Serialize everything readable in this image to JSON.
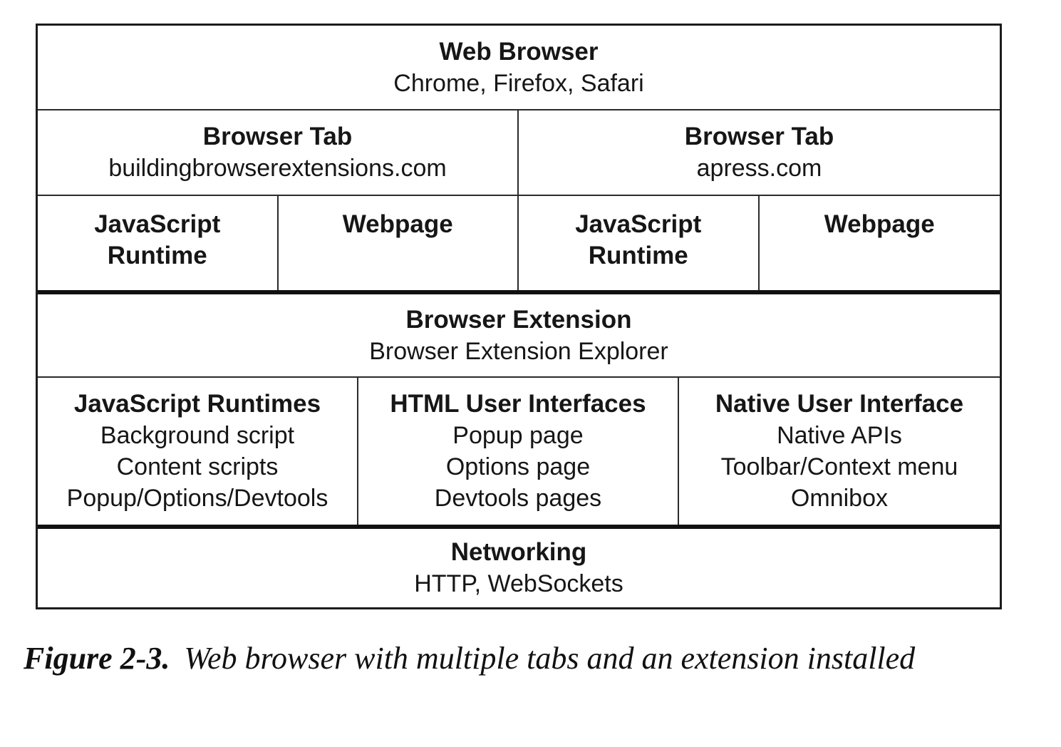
{
  "diagram": {
    "web_browser": {
      "title": "Web Browser",
      "subtitle": "Chrome, Firefox, Safari"
    },
    "tabs": [
      {
        "title": "Browser Tab",
        "subtitle": "buildingbrowserextensions.com",
        "children": [
          {
            "label": "JavaScript\nRuntime"
          },
          {
            "label": "Webpage"
          }
        ]
      },
      {
        "title": "Browser Tab",
        "subtitle": "apress.com",
        "children": [
          {
            "label": "JavaScript\nRuntime"
          },
          {
            "label": "Webpage"
          }
        ]
      }
    ],
    "extension": {
      "title": "Browser Extension",
      "subtitle": "Browser Extension Explorer",
      "columns": [
        {
          "title": "JavaScript Runtimes",
          "items": [
            "Background script",
            "Content scripts",
            "Popup/Options/Devtools"
          ]
        },
        {
          "title": "HTML User Interfaces",
          "items": [
            "Popup page",
            "Options page",
            "Devtools pages"
          ]
        },
        {
          "title": "Native User Interface",
          "items": [
            "Native APIs",
            "Toolbar/Context menu",
            "Omnibox"
          ]
        }
      ]
    },
    "networking": {
      "title": "Networking",
      "subtitle": "HTTP, WebSockets"
    },
    "line_color": "#1c1c1c",
    "background_color": "#ffffff"
  },
  "caption": {
    "label": "Figure 2-3.",
    "text": "Web browser with multiple tabs and an extension installed"
  }
}
